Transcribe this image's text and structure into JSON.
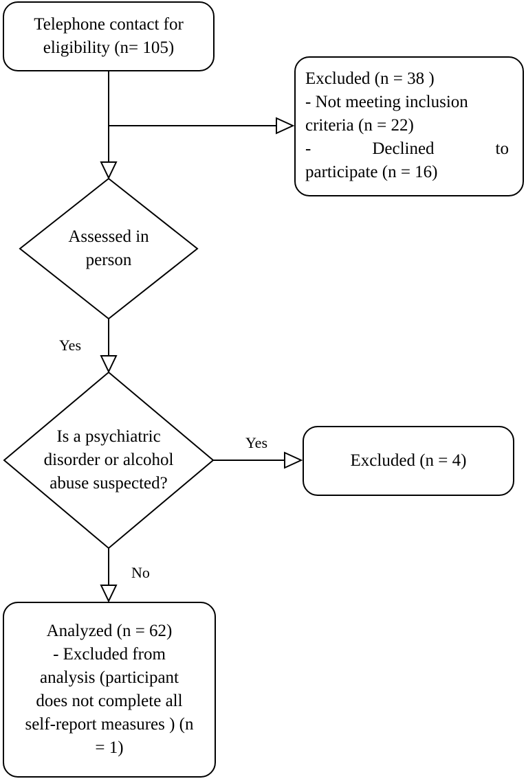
{
  "nodes": {
    "telephone": {
      "lines": [
        "Telephone contact for",
        "eligibility (n= 105)"
      ]
    },
    "excluded_first": {
      "lines": [
        "Excluded (n = 38 )",
        "- Not meeting inclusion",
        "criteria (n = 22)",
        "- Declined to",
        "participate (n = 16)"
      ]
    },
    "assessed": {
      "lines": [
        "Assessed in",
        "person"
      ]
    },
    "psychiatric": {
      "lines": [
        "Is a psychiatric",
        "disorder or alcohol",
        "abuse suspected?"
      ]
    },
    "excluded_second": {
      "lines": [
        "Excluded (n = 4)"
      ]
    },
    "analyzed": {
      "lines": [
        "Analyzed (n = 62)",
        "- Excluded from",
        "analysis (participant",
        "does not complete all",
        "self-report measures ) (n",
        "= 1)"
      ]
    }
  },
  "edges": {
    "assessed_to_psychiatric": "Yes",
    "psychiatric_to_excluded": "Yes",
    "psychiatric_to_analyzed": "No"
  },
  "colors": {
    "stroke": "#000000",
    "fill": "#ffffff"
  }
}
